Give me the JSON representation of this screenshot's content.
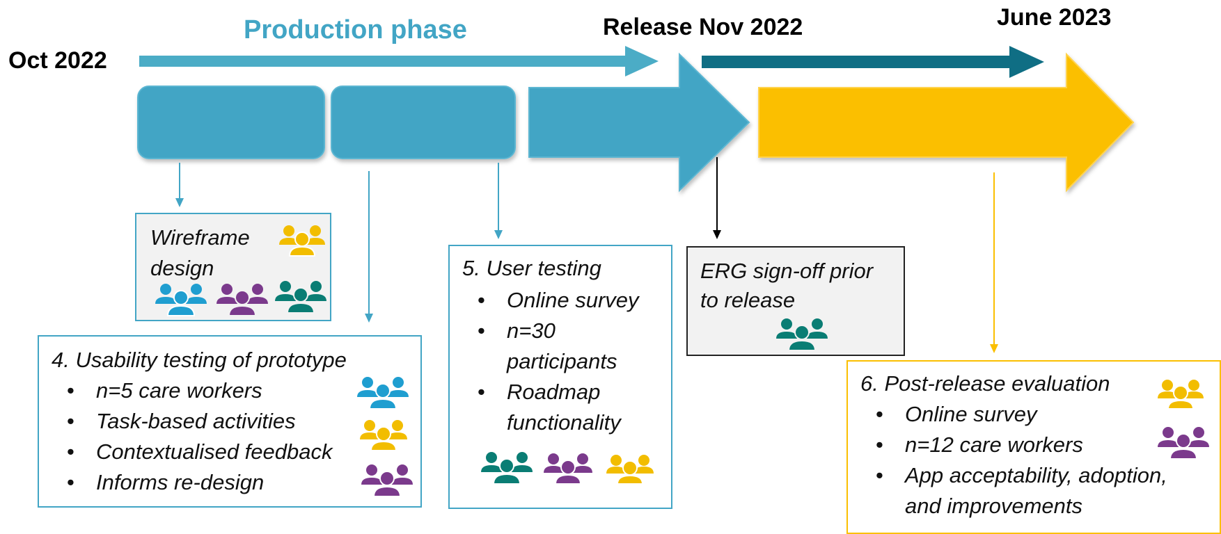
{
  "colors": {
    "blue": "#42a5c5",
    "blue_arrow": "#4bacc6",
    "teal_dark": "#0f6e84",
    "yellow": "#fbbf00",
    "purple": "#7b3a8c",
    "teal": "#0a7d74",
    "people_blue": "#1f9ed0",
    "people_yellow": "#f2bd00"
  },
  "timeline": {
    "start_label": "Oct 2022",
    "production_label": "Production phase",
    "release_label": "Release Nov 2022",
    "end_label": "June 2023"
  },
  "boxes": {
    "wireframe": {
      "lines": [
        "Wireframe",
        "design"
      ],
      "people": [
        "yellow-people-icon",
        "blue-people-icon",
        "purple-people-icon",
        "teal-people-icon"
      ]
    },
    "usability": {
      "title": "4. Usability testing of prototype",
      "bullets": [
        "n=5 care workers",
        "Task-based activities",
        "Contextualised feedback",
        "Informs re-design"
      ],
      "people": [
        "blue-people-icon",
        "yellow-people-icon",
        "purple-people-icon"
      ]
    },
    "user_testing": {
      "title": "5. User testing",
      "bullets": [
        {
          "lines": [
            "Online survey"
          ]
        },
        {
          "lines": [
            "n=30",
            "participants"
          ]
        },
        {
          "lines": [
            "Roadmap",
            "functionality"
          ]
        }
      ],
      "people": [
        "teal-people-icon",
        "purple-people-icon",
        "yellow-people-icon"
      ]
    },
    "erg": {
      "lines": [
        "ERG sign-off prior",
        "to release"
      ],
      "people": [
        "teal-people-icon"
      ]
    },
    "post_release": {
      "title": "6. Post-release evaluation",
      "bullets": [
        {
          "lines": [
            "Online survey"
          ]
        },
        {
          "lines": [
            "n=12 care workers"
          ]
        },
        {
          "lines": [
            "App acceptability, adoption,",
            "and improvements"
          ]
        }
      ],
      "people": [
        "yellow-people-icon",
        "purple-people-icon"
      ]
    }
  }
}
